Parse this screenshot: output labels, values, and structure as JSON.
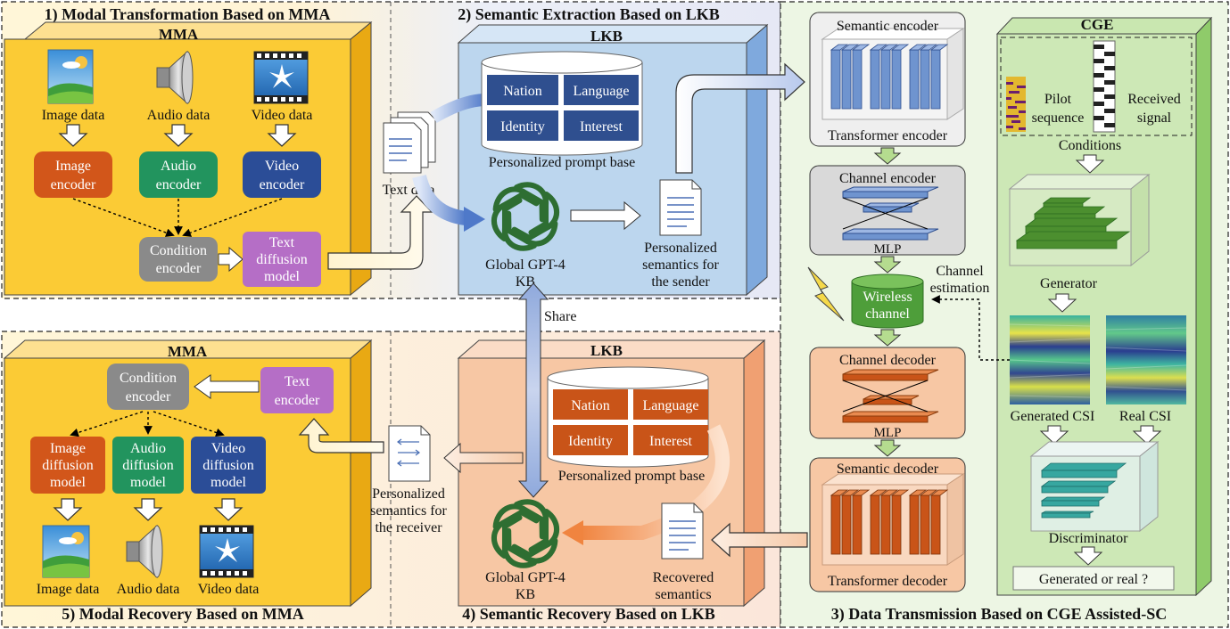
{
  "sections": {
    "s1": "1) Modal Transformation Based on MMA",
    "s2": "2) Semantic Extraction Based on LKB",
    "s3": "3) Data Transmission Based on CGE Assisted-SC",
    "s4": "4) Semantic Recovery Based on LKB",
    "s5": "5) Modal Recovery Based on MMA"
  },
  "mma_top": {
    "title": "MMA",
    "image_label": "Image data",
    "audio_label": "Audio data",
    "video_label": "Video data",
    "image_encoder": [
      "Image",
      "encoder"
    ],
    "audio_encoder": [
      "Audio",
      "encoder"
    ],
    "video_encoder": [
      "Video",
      "encoder"
    ],
    "condition_encoder": [
      "Condition",
      "encoder"
    ],
    "text_diffusion": [
      "Text",
      "diffusion",
      "model"
    ]
  },
  "text_data_label": "Text data",
  "lkb_top": {
    "title": "LKB",
    "prompt_items": [
      "Nation",
      "Language",
      "Identity",
      "Interest"
    ],
    "prompt_base_label": "Personalized prompt base",
    "gpt_label": [
      "Global GPT-4",
      "KB"
    ],
    "sender_semantics": [
      "Personalized",
      "semantics for",
      "the sender"
    ]
  },
  "share_label": "Share",
  "lkb_bottom": {
    "title": "LKB",
    "prompt_items": [
      "Nation",
      "Language",
      "Identity",
      "Interest"
    ],
    "prompt_base_label": "Personalized prompt base",
    "gpt_label": [
      "Global GPT-4",
      "KB"
    ],
    "recovered_label": [
      "Recovered",
      "semantics"
    ]
  },
  "receiver_semantics": [
    "Personalized",
    "semantics for",
    "the receiver"
  ],
  "mma_bottom": {
    "title": "MMA",
    "condition_encoder": [
      "Condition",
      "encoder"
    ],
    "text_encoder": [
      "Text",
      "encoder"
    ],
    "image_diffusion": [
      "Image",
      "diffusion",
      "model"
    ],
    "audio_diffusion": [
      "Audio",
      "diffusion",
      "model"
    ],
    "video_diffusion": [
      "Video",
      "diffusion",
      "model"
    ],
    "image_label": "Image data",
    "audio_label": "Audio data",
    "video_label": "Video data"
  },
  "sc": {
    "semantic_encoder": "Semantic encoder",
    "transformer_encoder": "Transformer encoder",
    "channel_encoder": "Channel encoder",
    "mlp_top": "MLP",
    "wireless_channel": [
      "Wireless",
      "channel"
    ],
    "channel_estimation": [
      "Channel",
      "estimation"
    ],
    "channel_decoder": "Channel decoder",
    "mlp_bottom": "MLP",
    "semantic_decoder": "Semantic decoder",
    "transformer_decoder": "Transformer decoder"
  },
  "cge": {
    "title": "CGE",
    "pilot": [
      "Pilot",
      "sequence"
    ],
    "received": [
      "Received",
      "signal"
    ],
    "conditions": "Conditions",
    "generator": "Generator",
    "generated_csi": "Generated CSI",
    "real_csi": "Real CSI",
    "discriminator": "Discriminator",
    "output": "Generated or real ?"
  },
  "colors": {
    "mma_yellow": "#fbcb35",
    "lkb_blue": "#bcd6ee",
    "lkb_orange": "#f7c7a4",
    "sc_green": "#d8ecc7",
    "image_enc": "#d2561a",
    "audio_enc": "#22945e",
    "video_enc": "#2b4d97",
    "condition": "#8a8a8a",
    "text_diff": "#b56ec6",
    "prompt_blue": "#2f4f8f",
    "prompt_orange": "#c95418",
    "gpt_green": "#2e6e32"
  }
}
